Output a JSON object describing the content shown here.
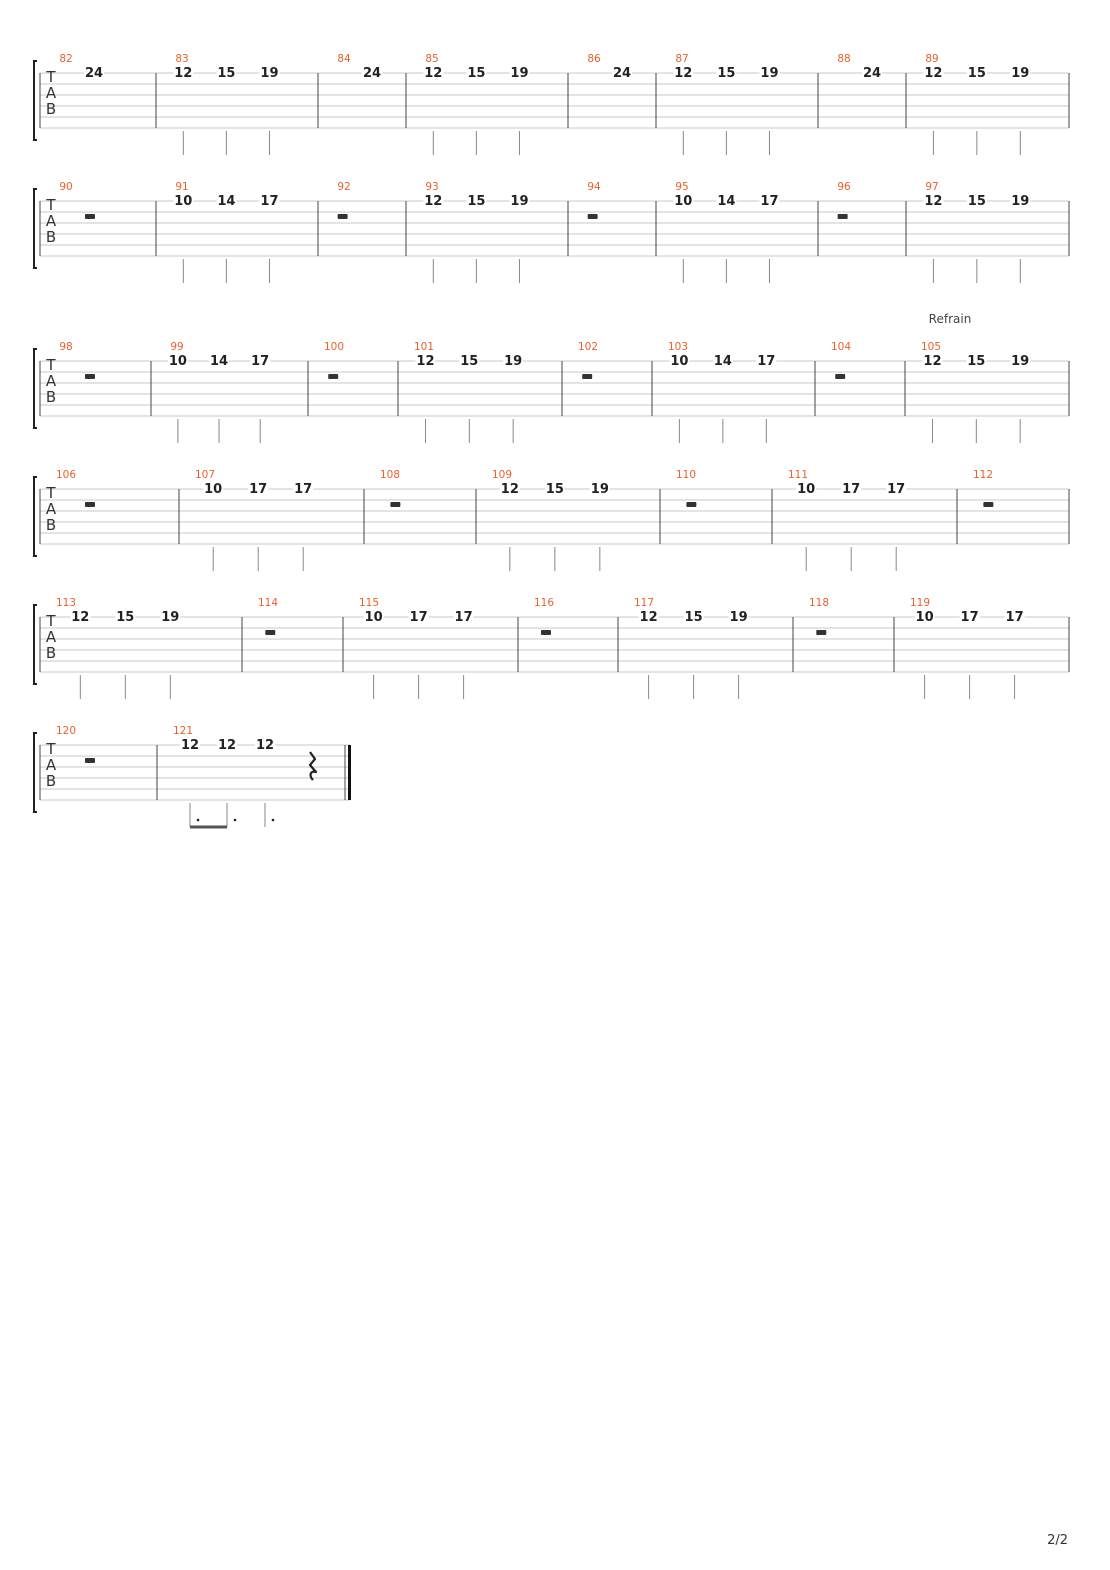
{
  "colors": {
    "bar_number": "#e8612c",
    "staff_line": "#c8c8c8",
    "barline": "#444444",
    "fret_text": "#222222",
    "stem": "#888888",
    "bracket": "#222222",
    "tab_letter": "#333333"
  },
  "tab_label": [
    "T",
    "A",
    "B"
  ],
  "page_number": "2/2",
  "systems": [
    {
      "measures": [
        {
          "number": "82",
          "notes": [
            "24"
          ]
        },
        {
          "number": "83",
          "notes": [
            "12",
            "15",
            "19"
          ]
        },
        {
          "number": "84",
          "notes": [
            "24"
          ]
        },
        {
          "number": "85",
          "notes": [
            "12",
            "15",
            "19"
          ]
        },
        {
          "number": "86",
          "notes": [
            "24"
          ]
        },
        {
          "number": "87",
          "notes": [
            "12",
            "15",
            "19"
          ]
        },
        {
          "number": "88",
          "notes": [
            "24"
          ]
        },
        {
          "number": "89",
          "notes": [
            "12",
            "15",
            "19"
          ]
        }
      ]
    },
    {
      "measures": [
        {
          "number": "90",
          "rest": "half-rest"
        },
        {
          "number": "91",
          "notes": [
            "10",
            "14",
            "17"
          ]
        },
        {
          "number": "92",
          "rest": "half-rest"
        },
        {
          "number": "93",
          "notes": [
            "12",
            "15",
            "19"
          ]
        },
        {
          "number": "94",
          "rest": "half-rest"
        },
        {
          "number": "95",
          "notes": [
            "10",
            "14",
            "17"
          ]
        },
        {
          "number": "96",
          "rest": "half-rest"
        },
        {
          "number": "97",
          "notes": [
            "12",
            "15",
            "19"
          ]
        }
      ]
    },
    {
      "section_label": "Refrain",
      "measures": [
        {
          "number": "98",
          "rest": "half-rest"
        },
        {
          "number": "99",
          "notes": [
            "10",
            "14",
            "17"
          ]
        },
        {
          "number": "100",
          "rest": "half-rest"
        },
        {
          "number": "101",
          "notes": [
            "12",
            "15",
            "19"
          ]
        },
        {
          "number": "102",
          "rest": "half-rest"
        },
        {
          "number": "103",
          "notes": [
            "10",
            "14",
            "17"
          ]
        },
        {
          "number": "104",
          "rest": "half-rest"
        },
        {
          "number": "105",
          "notes": [
            "12",
            "15",
            "19"
          ]
        }
      ]
    },
    {
      "measures": [
        {
          "number": "106",
          "rest": "half-rest"
        },
        {
          "number": "107",
          "notes": [
            "10",
            "17",
            "17"
          ]
        },
        {
          "number": "108",
          "rest": "half-rest"
        },
        {
          "number": "109",
          "notes": [
            "12",
            "15",
            "19"
          ]
        },
        {
          "number": "110",
          "rest": "half-rest"
        },
        {
          "number": "111",
          "notes": [
            "10",
            "17",
            "17"
          ]
        },
        {
          "number": "112",
          "rest": "half-rest"
        }
      ]
    },
    {
      "measures": [
        {
          "number": "113",
          "notes": [
            "12",
            "15",
            "19"
          ]
        },
        {
          "number": "114",
          "rest": "half-rest"
        },
        {
          "number": "115",
          "notes": [
            "10",
            "17",
            "17"
          ]
        },
        {
          "number": "116",
          "rest": "half-rest"
        },
        {
          "number": "117",
          "notes": [
            "12",
            "15",
            "19"
          ]
        },
        {
          "number": "118",
          "rest": "half-rest"
        },
        {
          "number": "119",
          "notes": [
            "10",
            "17",
            "17"
          ]
        }
      ]
    },
    {
      "final": true,
      "measures": [
        {
          "number": "120",
          "rest": "half-rest"
        },
        {
          "number": "121",
          "notes": [
            "12",
            "12",
            "12"
          ],
          "dotted": true,
          "beamed_first_two": true,
          "end_rest": "quarter-rest"
        }
      ]
    }
  ]
}
